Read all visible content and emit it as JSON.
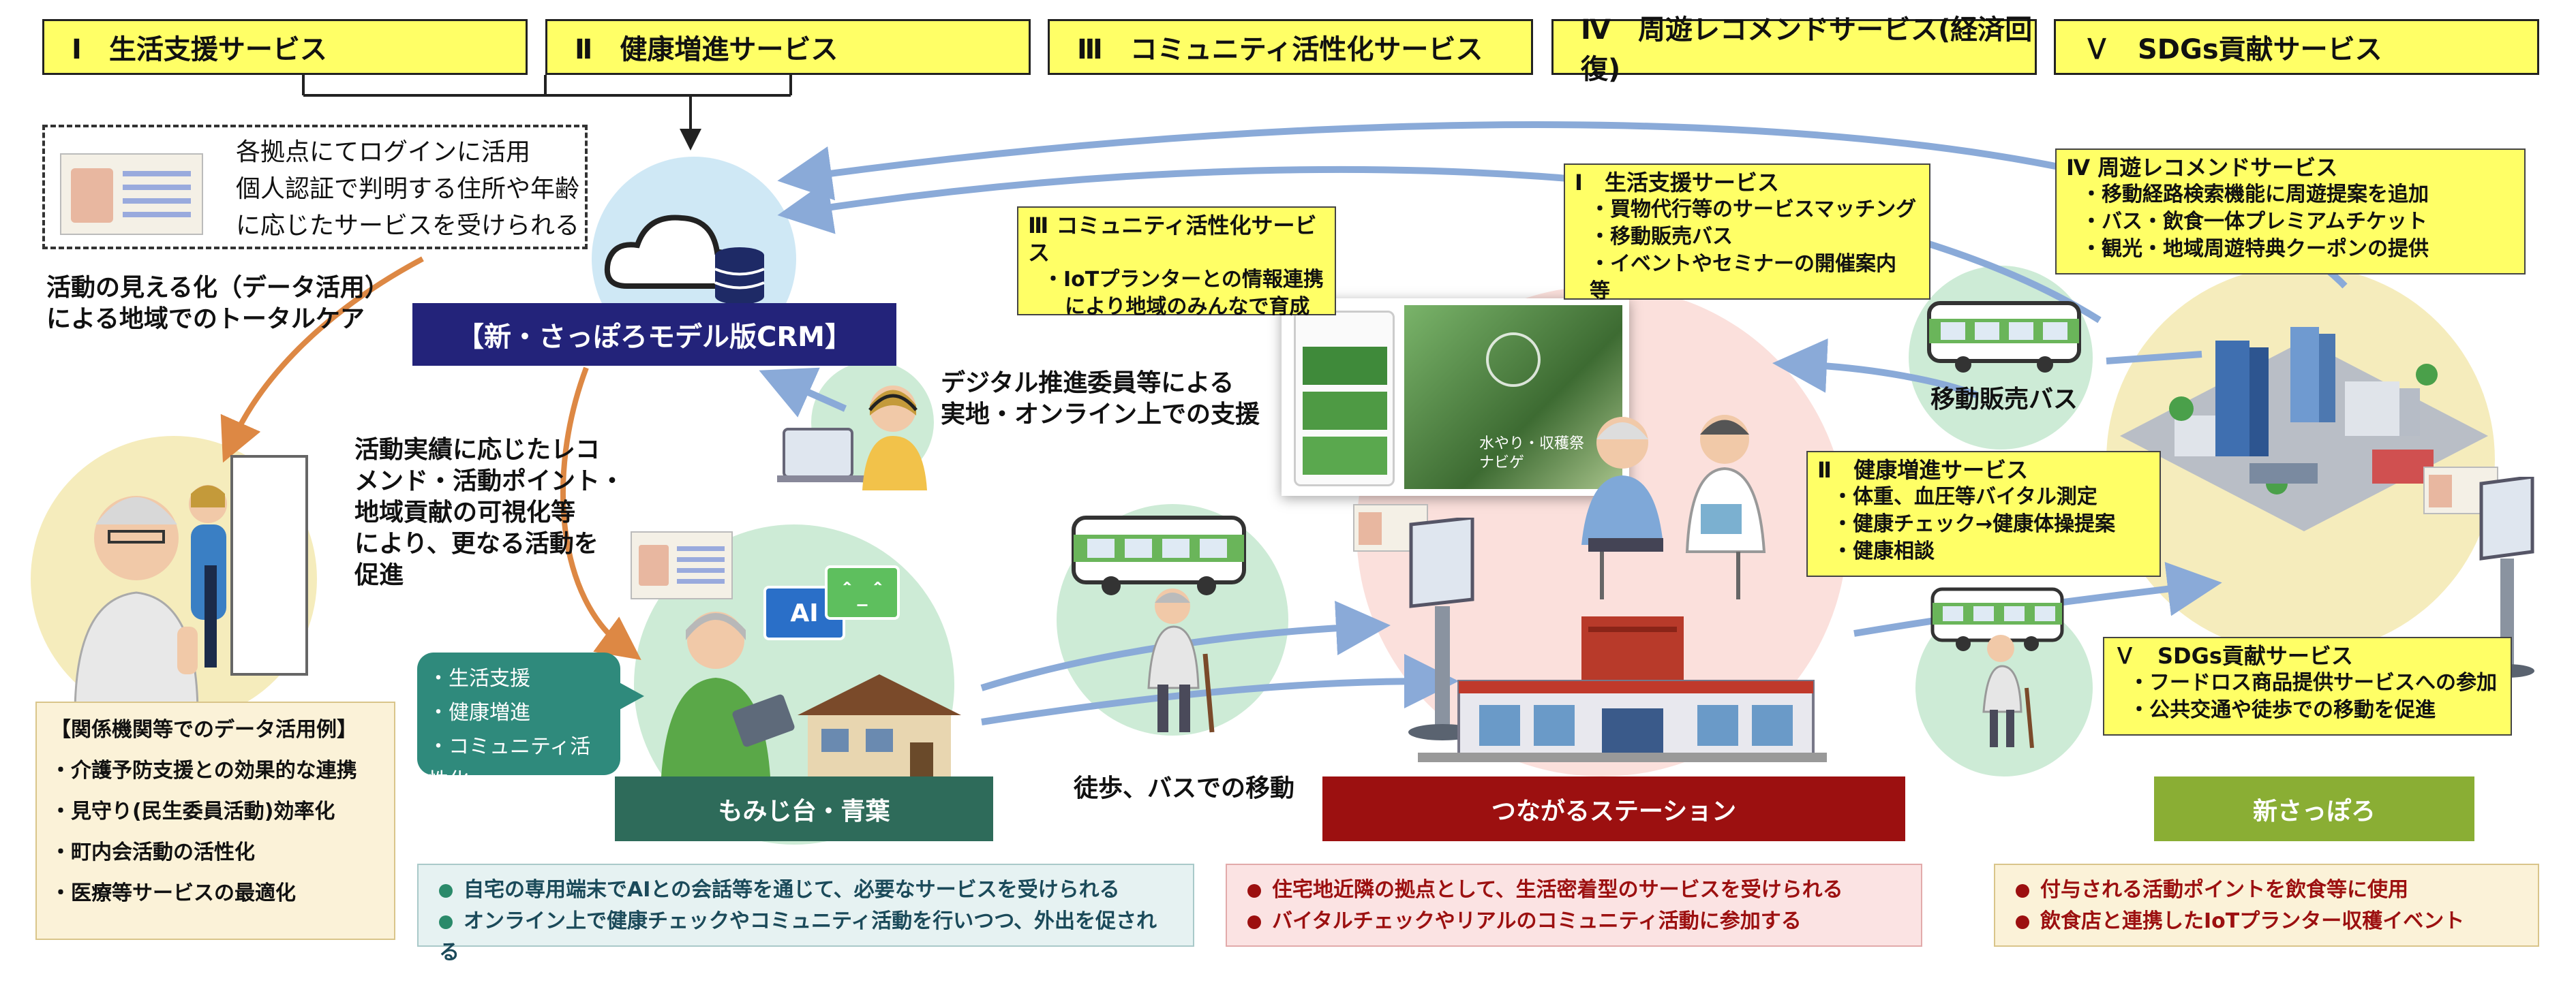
{
  "top_services": [
    "Ⅰ　生活支援サービス",
    "Ⅱ　健康増進サービス",
    "Ⅲ　コミュニティ活性化サービス",
    "Ⅳ　周遊レコメンドサービス(経済回復)",
    "Ｖ　SDGs貢献サービス"
  ],
  "login_note": [
    "各拠点にてログインに活用",
    "個人認証で判明する住所や年齢",
    "に応じたサービスを受けられる"
  ],
  "visualization_text": [
    "活動の見える化（データ活用）",
    "による地域でのトータルケア"
  ],
  "crm_label": "【新・さっぽろモデル版CRM】",
  "digital_support_text": [
    "デジタル推進委員等による",
    "実地・オンライン上での支援"
  ],
  "recommend_text": [
    "活動実績に応じたレコ",
    "メンド・活動ポイント・",
    "地域貢献の可視化等",
    "により、更なる活動を",
    "促進"
  ],
  "bubble_items": [
    "・生活支援",
    "・健康増進",
    "・コミュニティ活性化"
  ],
  "ai_label": "AI",
  "chat_label": "＾_＾",
  "data_usage": {
    "title": "【関係機関等でのデータ活用例】",
    "items": [
      "・介護予防支援との効果的な連携",
      "・見守り(民生委員活動)効率化",
      "・町内会活動の活性化",
      "・医療等サービスの最適化"
    ]
  },
  "community_service": {
    "title": "Ⅲ  コミュニティ活性化サービス",
    "items": [
      "・IoTプランターとの情報連携",
      "により地域のみんなで育成"
    ]
  },
  "life_support_service": {
    "title": "Ⅰ　生活支援サービス",
    "items": [
      "・買物代行等のサービスマッチング",
      "・移動販売バス",
      "・イベントやセミナーの開催案内 等"
    ]
  },
  "recommend_service": {
    "title": "Ⅳ  周遊レコメンドサービス",
    "items": [
      "・移動経路検索機能に周遊提案を追加",
      "・バス・飲食一体プレミアムチケット",
      "・観光・地域周遊特典クーポンの提供"
    ]
  },
  "health_service": {
    "title": "Ⅱ　健康増進サービス",
    "items": [
      "・体重、血圧等バイタル測定",
      "・健康チェック→健康体操提案",
      "・健康相談"
    ]
  },
  "sdgs_service": {
    "title": "Ｖ　SDGs貢献サービス",
    "items": [
      "・フードロス商品提供サービスへの参加",
      "・公共交通や徒歩での移動を促進"
    ]
  },
  "mobile_bus_label": "移動販売バス",
  "walk_bus_label": "徒歩、バスでの移動",
  "screenshot_texts": [
    "水やり・収穫祭",
    "ナビゲ"
  ],
  "areas": [
    {
      "label": "もみじ台・青葉",
      "color": "#2e6b5a"
    },
    {
      "label": "つながるステーション",
      "color": "#9c1010"
    },
    {
      "label": "新さっぽろ",
      "color": "#8aae34"
    }
  ],
  "bottom_notes": [
    {
      "items": [
        "自宅の専用端末でAIとの会話等を通じて、必要なサービスを受けられる",
        "オンライン上で健康チェックやコミュニティ活動を行いつつ、外出を促される"
      ],
      "bg": "#e6f2f2",
      "border": "#a9c9c9",
      "text": "#1b4a5a",
      "dot": "#2a8a6a"
    },
    {
      "items": [
        "住宅地近隣の拠点として、生活密着型のサービスを受けられる",
        "バイタルチェックやリアルのコミュニティ活動に参加する"
      ],
      "bg": "#fbe3e3",
      "border": "#e2aaaa",
      "text": "#9c1010",
      "dot": "#9c1010"
    },
    {
      "items": [
        "付与される活動ポイントを飲食等に使用",
        "飲食店と連携したIoTプランター収穫イベント"
      ],
      "bg": "#fbf2d8",
      "border": "#d9c58a",
      "text": "#9c1010",
      "dot": "#9c1010"
    }
  ],
  "colors": {
    "yellow": "#ffff66",
    "navy": "#23237a",
    "light_blue_circle": "#cfe8f5",
    "green_circle": "#cdebd6",
    "pink_circle": "#fbe0dc",
    "cream_circle": "#f5ecbc",
    "arrow_blue": "#8aaad8",
    "arrow_orange": "#dd8844"
  }
}
